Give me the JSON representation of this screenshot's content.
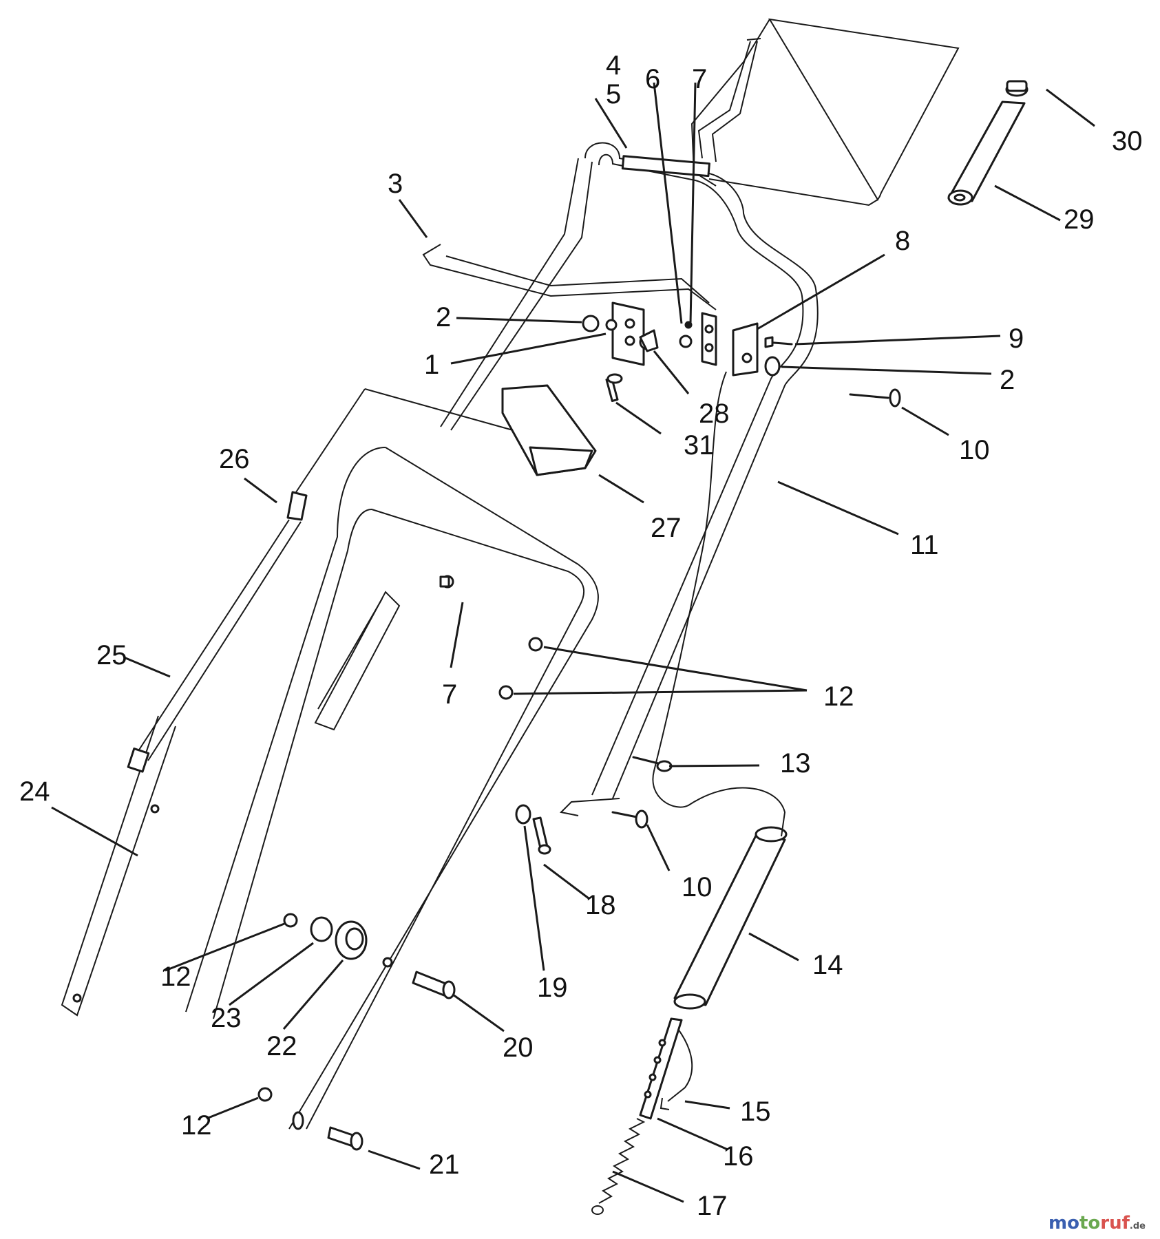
{
  "diagram": {
    "callouts": [
      {
        "id": "c1",
        "label": "1"
      },
      {
        "id": "c2a",
        "label": "2"
      },
      {
        "id": "c2b",
        "label": "2"
      },
      {
        "id": "c3",
        "label": "3"
      },
      {
        "id": "c4",
        "label": "4"
      },
      {
        "id": "c5",
        "label": "5"
      },
      {
        "id": "c6",
        "label": "6"
      },
      {
        "id": "c7a",
        "label": "7"
      },
      {
        "id": "c7b",
        "label": "7"
      },
      {
        "id": "c8",
        "label": "8"
      },
      {
        "id": "c9",
        "label": "9"
      },
      {
        "id": "c10a",
        "label": "10"
      },
      {
        "id": "c10b",
        "label": "10"
      },
      {
        "id": "c11",
        "label": "11"
      },
      {
        "id": "c12a",
        "label": "12"
      },
      {
        "id": "c12b",
        "label": "12"
      },
      {
        "id": "c12c",
        "label": "12"
      },
      {
        "id": "c13",
        "label": "13"
      },
      {
        "id": "c14",
        "label": "14"
      },
      {
        "id": "c15",
        "label": "15"
      },
      {
        "id": "c16",
        "label": "16"
      },
      {
        "id": "c17",
        "label": "17"
      },
      {
        "id": "c18",
        "label": "18"
      },
      {
        "id": "c19",
        "label": "19"
      },
      {
        "id": "c20",
        "label": "20"
      },
      {
        "id": "c21",
        "label": "21"
      },
      {
        "id": "c22",
        "label": "22"
      },
      {
        "id": "c23",
        "label": "23"
      },
      {
        "id": "c24",
        "label": "24"
      },
      {
        "id": "c25",
        "label": "25"
      },
      {
        "id": "c26",
        "label": "26"
      },
      {
        "id": "c27",
        "label": "27"
      },
      {
        "id": "c28",
        "label": "28"
      },
      {
        "id": "c29",
        "label": "29"
      },
      {
        "id": "c30",
        "label": "30"
      },
      {
        "id": "c31",
        "label": "31"
      }
    ]
  },
  "watermark": {
    "mo": "mo",
    "to": "to",
    "ruf": "ruf",
    "tld": ".de",
    "colors": {
      "mo": "#3a5fb0",
      "to": "#6aa84f",
      "ruf": "#d9534f"
    }
  }
}
